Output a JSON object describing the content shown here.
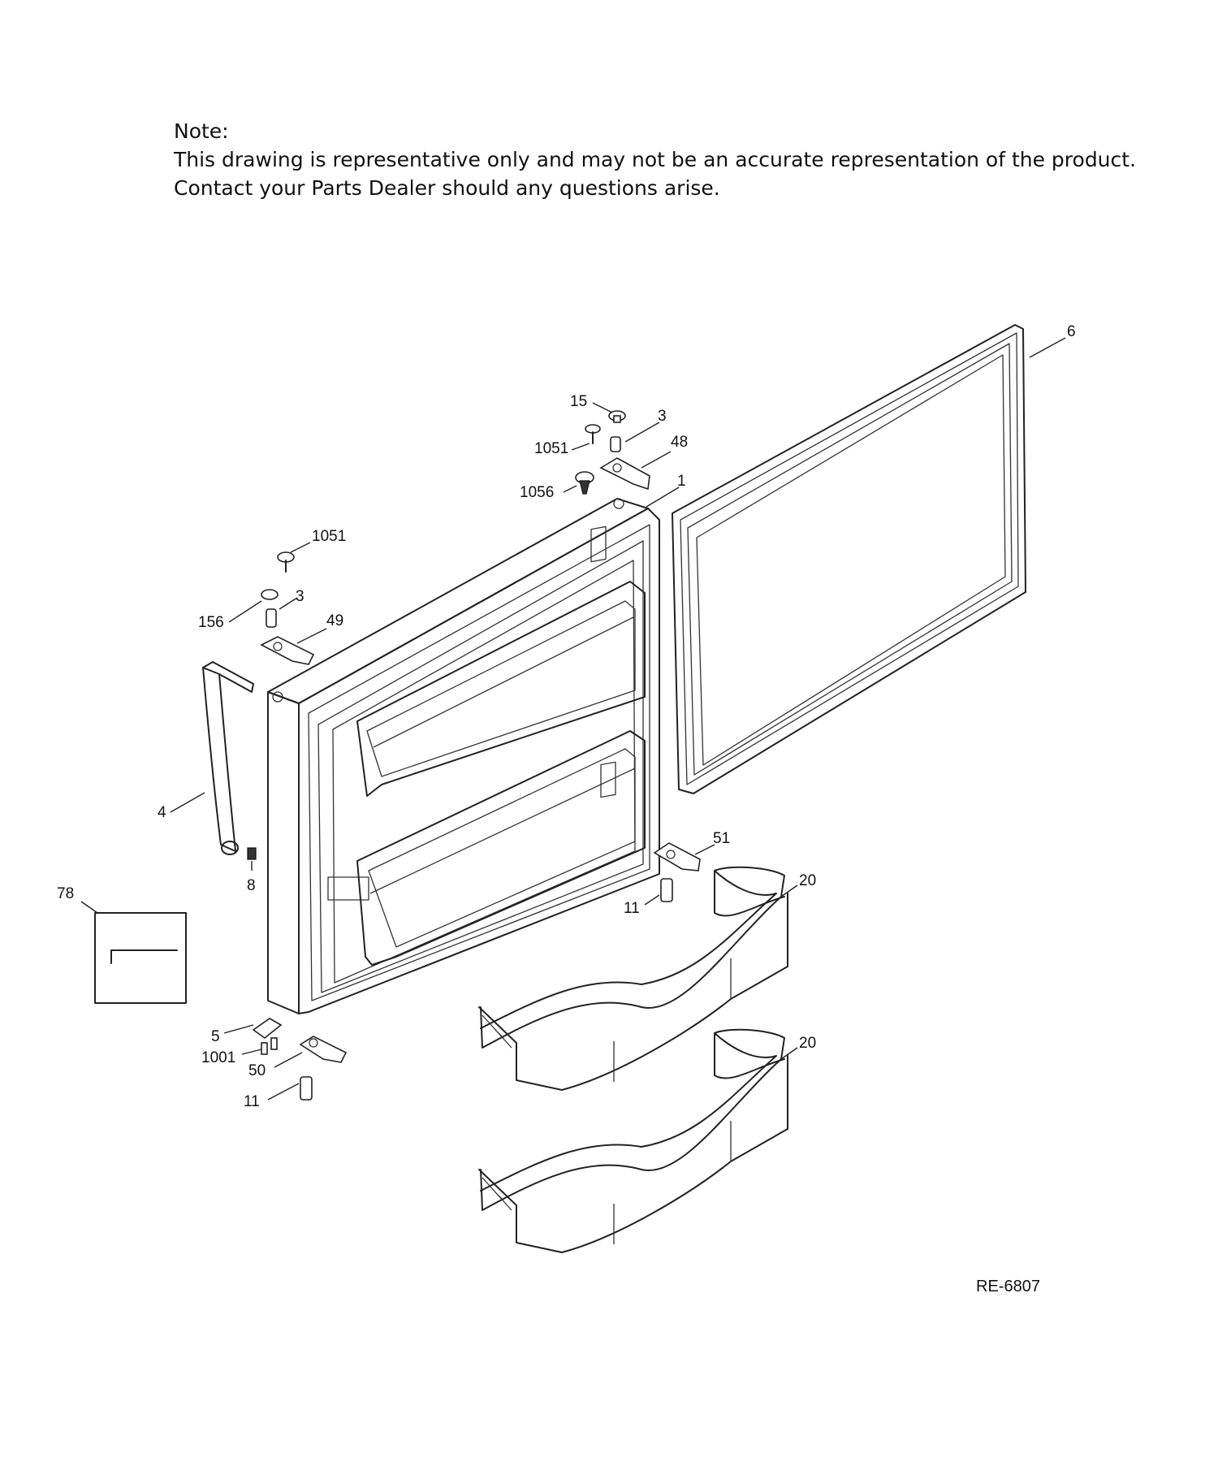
{
  "note": {
    "heading": "Note:",
    "line1": "This drawing is representative only and may not be an accurate representation of the product.",
    "line2": "Contact your Parts Dealer should any questions arise."
  },
  "reference_code": "RE-6807",
  "callouts": {
    "gasket": "6",
    "plug_top": "15",
    "hinge_pin_top_right": "3",
    "screw_top_right": "1051",
    "hinge_bracket_top_right": "48",
    "screw_hinge_top_right": "1056",
    "door": "1",
    "screw_top_left": "1051",
    "hinge_pin_top_left": "3",
    "plug_left": "156",
    "hinge_bracket_top_left": "49",
    "handle": "4",
    "handle_screw": "8",
    "hinge_bracket_bottom_right": "51",
    "bin_upper": "20",
    "pin_bottom_right": "11",
    "kit": "78",
    "hinge_bottom_left": "5",
    "screws_bottom_left": "1001",
    "hinge_bracket_bottom_left": "50",
    "pin_bottom_left": "11",
    "bin_lower": "20"
  }
}
